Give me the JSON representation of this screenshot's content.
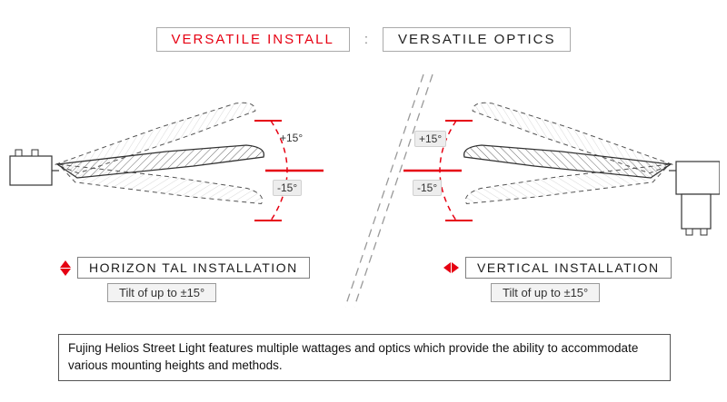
{
  "header": {
    "left_title": "VERSATILE INSTALL",
    "separator": ":",
    "right_title": "VERSATILE OPTICS"
  },
  "left_diagram": {
    "angle_up": "+15°",
    "angle_down": "-15°",
    "caption": "HORIZON TAL INSTALLATION",
    "tilt_note": "Tilt of up to ±15°"
  },
  "right_diagram": {
    "angle_up": "+15°",
    "angle_down": "-15°",
    "caption": "VERTICAL INSTALLATION",
    "tilt_note": "Tilt of up to ±15°"
  },
  "footer": {
    "description": "Fujing Helios Street Light features multiple wattages and optics which provide the ability to accommodate various mounting heights and methods."
  },
  "colors": {
    "accent_red": "#e60012",
    "line_color": "#3a3a3a"
  }
}
